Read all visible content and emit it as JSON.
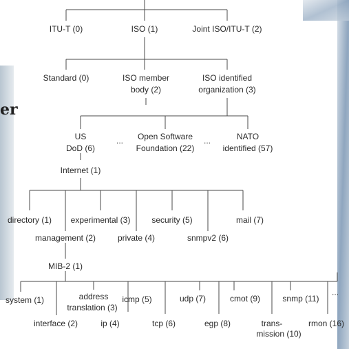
{
  "colors": {
    "line": "#4a4a4a",
    "text": "#2a2a2a",
    "bg_left": "#cfd8df",
    "bg_right": "#9fb2c8"
  },
  "side_fragment": "er",
  "nodes": {
    "itut": "ITU-T (0)",
    "iso": "ISO (1)",
    "joint": "Joint ISO/ITU-T (2)",
    "standard": "Standard (0)",
    "member_1": "ISO member",
    "member_2": "body (2)",
    "identified_1": "ISO identified",
    "identified_2": "organization (3)",
    "us_1": "US",
    "us_2": "DoD (6)",
    "ellipsis_a": "...",
    "osf_1": "Open Software",
    "osf_2": "Foundation (22)",
    "ellipsis_b": "...",
    "nato_1": "NATO",
    "nato_2": "identified (57)",
    "internet": "Internet (1)",
    "directory": "directory (1)",
    "experimental": "experimental (3)",
    "security": "security (5)",
    "mail": "mail (7)",
    "management": "management (2)",
    "private": "private (4)",
    "snmpv2": "snmpv2 (6)",
    "mib2": "MIB-2 (1)",
    "system": "system (1)",
    "address_1": "address",
    "address_2": "translation (3)",
    "icmp": "icmp (5)",
    "udp": "udp (7)",
    "cmot": "cmot (9)",
    "snmp": "snmp (11)",
    "ellipsis_c": "...",
    "interface": "interface (2)",
    "ip": "ip (4)",
    "tcp": "tcp (6)",
    "egp": "egp (8)",
    "trans_1": "trans-",
    "trans_2": "mission (10)",
    "rmon": "rmon (16)"
  }
}
